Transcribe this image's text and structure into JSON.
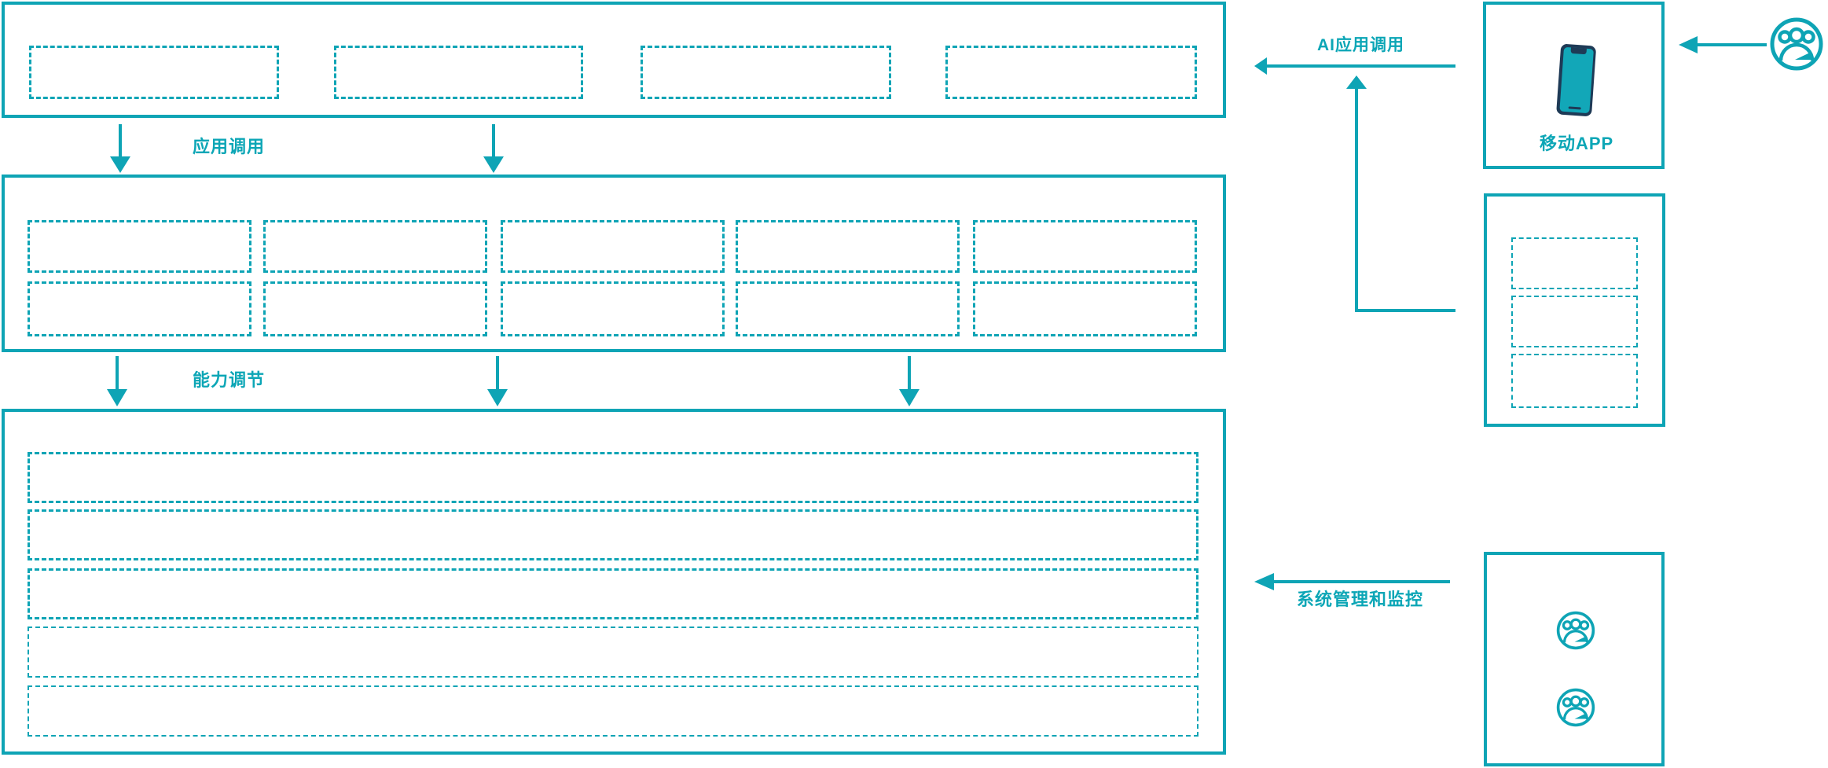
{
  "diagram": {
    "type": "architecture-diagram",
    "labels": {
      "app_call": "应用调用",
      "capability_adjust": "能力调节",
      "ai_app_call": "AI应用调用",
      "mobile_app": "移动APP",
      "system_mgmt": "系统管理和监控"
    },
    "colors": {
      "teal": "#0ea4b5",
      "phone_body_navy": "#1e3a56",
      "phone_screen_teal": "#12a7b8"
    },
    "structure": {
      "top_band_placeholder_boxes": 4,
      "middle_band_columns": 5,
      "middle_band_rows": 2,
      "bottom_band_rows": 5,
      "right_panel_placeholder_boxes": 3,
      "admin_panel_user_icons": 2,
      "external_user_icons": 1
    },
    "icons": {
      "mobile_phone": "mobile-phone-icon",
      "users_group": "users-group-icon"
    }
  }
}
